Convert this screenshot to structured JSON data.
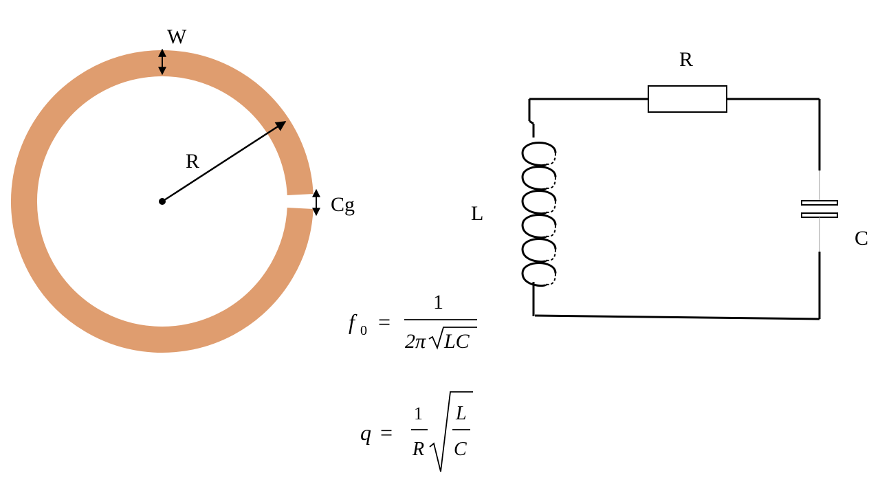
{
  "ring": {
    "color": "#DF9D6F",
    "labels": {
      "width": "W",
      "radius": "R",
      "gap": "Cg"
    }
  },
  "circuit": {
    "labels": {
      "resistor": "R",
      "inductor": "L",
      "capacitor": "C"
    }
  },
  "formulas": {
    "resonance": {
      "lhs": "f",
      "sub": "0",
      "equals": "=",
      "numerator": "1",
      "denominator_prefix": "2π",
      "radicand": "LC"
    },
    "quality": {
      "lhs": "q",
      "equals": "=",
      "numerator": "1",
      "denominator": "R",
      "radicand_numerator": "L",
      "radicand_denominator": "C"
    }
  }
}
